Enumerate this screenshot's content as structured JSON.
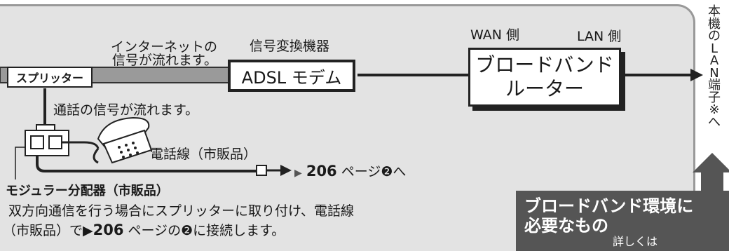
{
  "labels": {
    "internet_signal": "インターネットの\n信号が流れます。",
    "converter": "信号変換機器",
    "wan_side": "WAN 側",
    "lan_side": "LAN 側",
    "voice_signal": "通話の信号が流れます。",
    "phone_cable": "電話線（市販品）",
    "ref_arrow": "▶",
    "ref_page": "206",
    "ref_page_suffix": " ページ❷へ",
    "jack_title": "モジュラー分配器（市販品）",
    "jack_desc_line1": "双方向通信を行う場合にスプリッターに取り付け、電話線",
    "jack_desc_line2_pre": "（市販品）で▶",
    "jack_desc_line2_page": "206",
    "jack_desc_line2_post": " ページの❷に接続します。"
  },
  "boxes": {
    "splitter": "スプリッター",
    "adsl_modem": "ADSL モデム",
    "router_line1": "ブロードバンド",
    "router_line2": "ルーター"
  },
  "vertical_label": "本機のLAN端子※へ",
  "callout": {
    "line1": "ブロードバンド環境に",
    "line2": "必要なもの",
    "line3": "詳しくは"
  },
  "colors": {
    "panel": "#e3e3e3",
    "callout": "#555555",
    "cable": "#222222"
  }
}
